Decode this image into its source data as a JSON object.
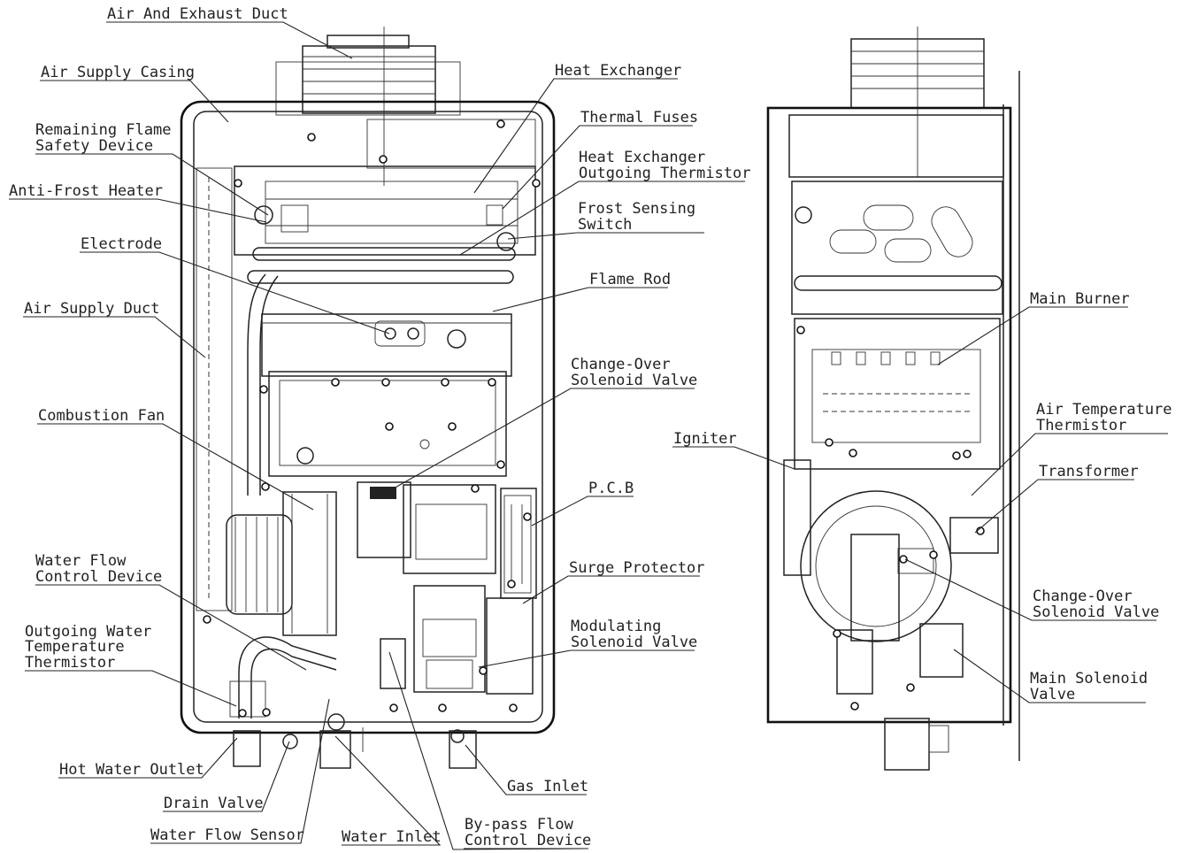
{
  "front_view": {
    "labels": {
      "air_and_exhaust_duct": "Air And Exhaust Duct",
      "air_supply_casing": "Air Supply Casing",
      "remaining_flame_1": "Remaining Flame",
      "remaining_flame_2": "Safety Device",
      "anti_frost_heater": "Anti-Frost Heater",
      "electrode": "Electrode",
      "air_supply_duct": "Air Supply Duct",
      "combustion_fan": "Combustion Fan",
      "water_flow_control_1": "Water Flow",
      "water_flow_control_2": "Control Device",
      "outgoing_water_1": "Outgoing Water",
      "outgoing_water_2": "Temperature",
      "outgoing_water_3": "Thermistor",
      "hot_water_outlet": "Hot Water Outlet",
      "drain_valve": "Drain Valve",
      "water_flow_sensor": "Water Flow Sensor",
      "water_inlet": "Water Inlet",
      "bypass_1": "By-pass Flow",
      "bypass_2": "Control Device",
      "gas_inlet": "Gas Inlet",
      "heat_exchanger": "Heat Exchanger",
      "thermal_fuses": "Thermal Fuses",
      "hx_thermistor_1": "Heat Exchanger",
      "hx_thermistor_2": "Outgoing Thermistor",
      "frost_sensing_1": "Frost Sensing",
      "frost_sensing_2": "Switch",
      "flame_rod": "Flame Rod",
      "change_over_1": "Change-Over",
      "change_over_2": "Solenoid Valve",
      "pcb": "P.C.B",
      "surge_protector": "Surge Protector",
      "modulating_1": "Modulating",
      "modulating_2": "Solenoid Valve"
    }
  },
  "side_view": {
    "labels": {
      "main_burner": "Main Burner",
      "igniter": "Igniter",
      "air_temp_1": "Air Temperature",
      "air_temp_2": "Thermistor",
      "transformer": "Transformer",
      "change_over_1": "Change-Over",
      "change_over_2": "Solenoid Valve",
      "main_solenoid_1": "Main Solenoid",
      "main_solenoid_2": "Valve"
    }
  }
}
